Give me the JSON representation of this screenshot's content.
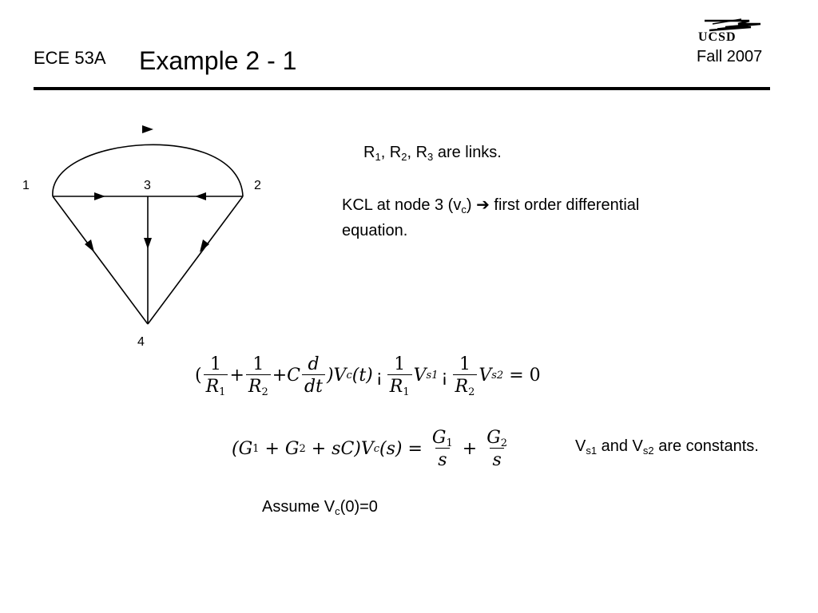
{
  "header": {
    "course": "ECE 53A",
    "title": "Example 2 - 1",
    "term": "Fall 2007",
    "logo_text": "UCSD"
  },
  "graph": {
    "nodes": [
      "1",
      "2",
      "3",
      "4"
    ]
  },
  "notes": {
    "links": {
      "r": "R",
      "s1": "1",
      "sep1": ", R",
      "s2": "2",
      "sep2": ", R",
      "s3": "3",
      "tail": " are links."
    },
    "kcl": {
      "pre": "KCL at node 3 (v",
      "sub": "c",
      "post": ") ",
      "arrow": "➔",
      "tail": " first order differential equation."
    },
    "constants": {
      "v1": "V",
      "s1": "s1",
      "mid": " and V",
      "s2": "s2",
      "tail": " are constants."
    },
    "assume": {
      "pre": "Assume V",
      "sub": "c",
      "tail": "(0)=0"
    }
  },
  "equation1": {
    "open": "(",
    "f1_num": "1",
    "f1_den": "R",
    "f1_den_sub": "1",
    "plus1": "+",
    "f2_num": "1",
    "f2_den": "R",
    "f2_den_sub": "2",
    "plus2": "+C",
    "d_num": "d",
    "d_den": "dt",
    "close": ")V",
    "vc_sub": "c",
    "arg": "(t)",
    "glyph1": "¡",
    "f3_num": "1",
    "f3_den": "R",
    "f3_den_sub": "1",
    "v_s1": "V",
    "v_s1_sub": "s1",
    "glyph2": "¡",
    "f4_num": "1",
    "f4_den": "R",
    "f4_den_sub": "2",
    "v_s2": "V",
    "v_s2_sub": "s2",
    "rhs": " = 0"
  },
  "equation2": {
    "lhs": "(G",
    "g1_sub": "1",
    "plus1": " + G",
    "g2_sub": "2",
    "plus2": " + sC)V",
    "vc_sub": "c",
    "arg": "(s) = ",
    "f1_num": "G",
    "f1_num_sub": "1",
    "f1_den": "s",
    "plus3": " + ",
    "f2_num": "G",
    "f2_num_sub": "2",
    "f2_den": "s"
  }
}
